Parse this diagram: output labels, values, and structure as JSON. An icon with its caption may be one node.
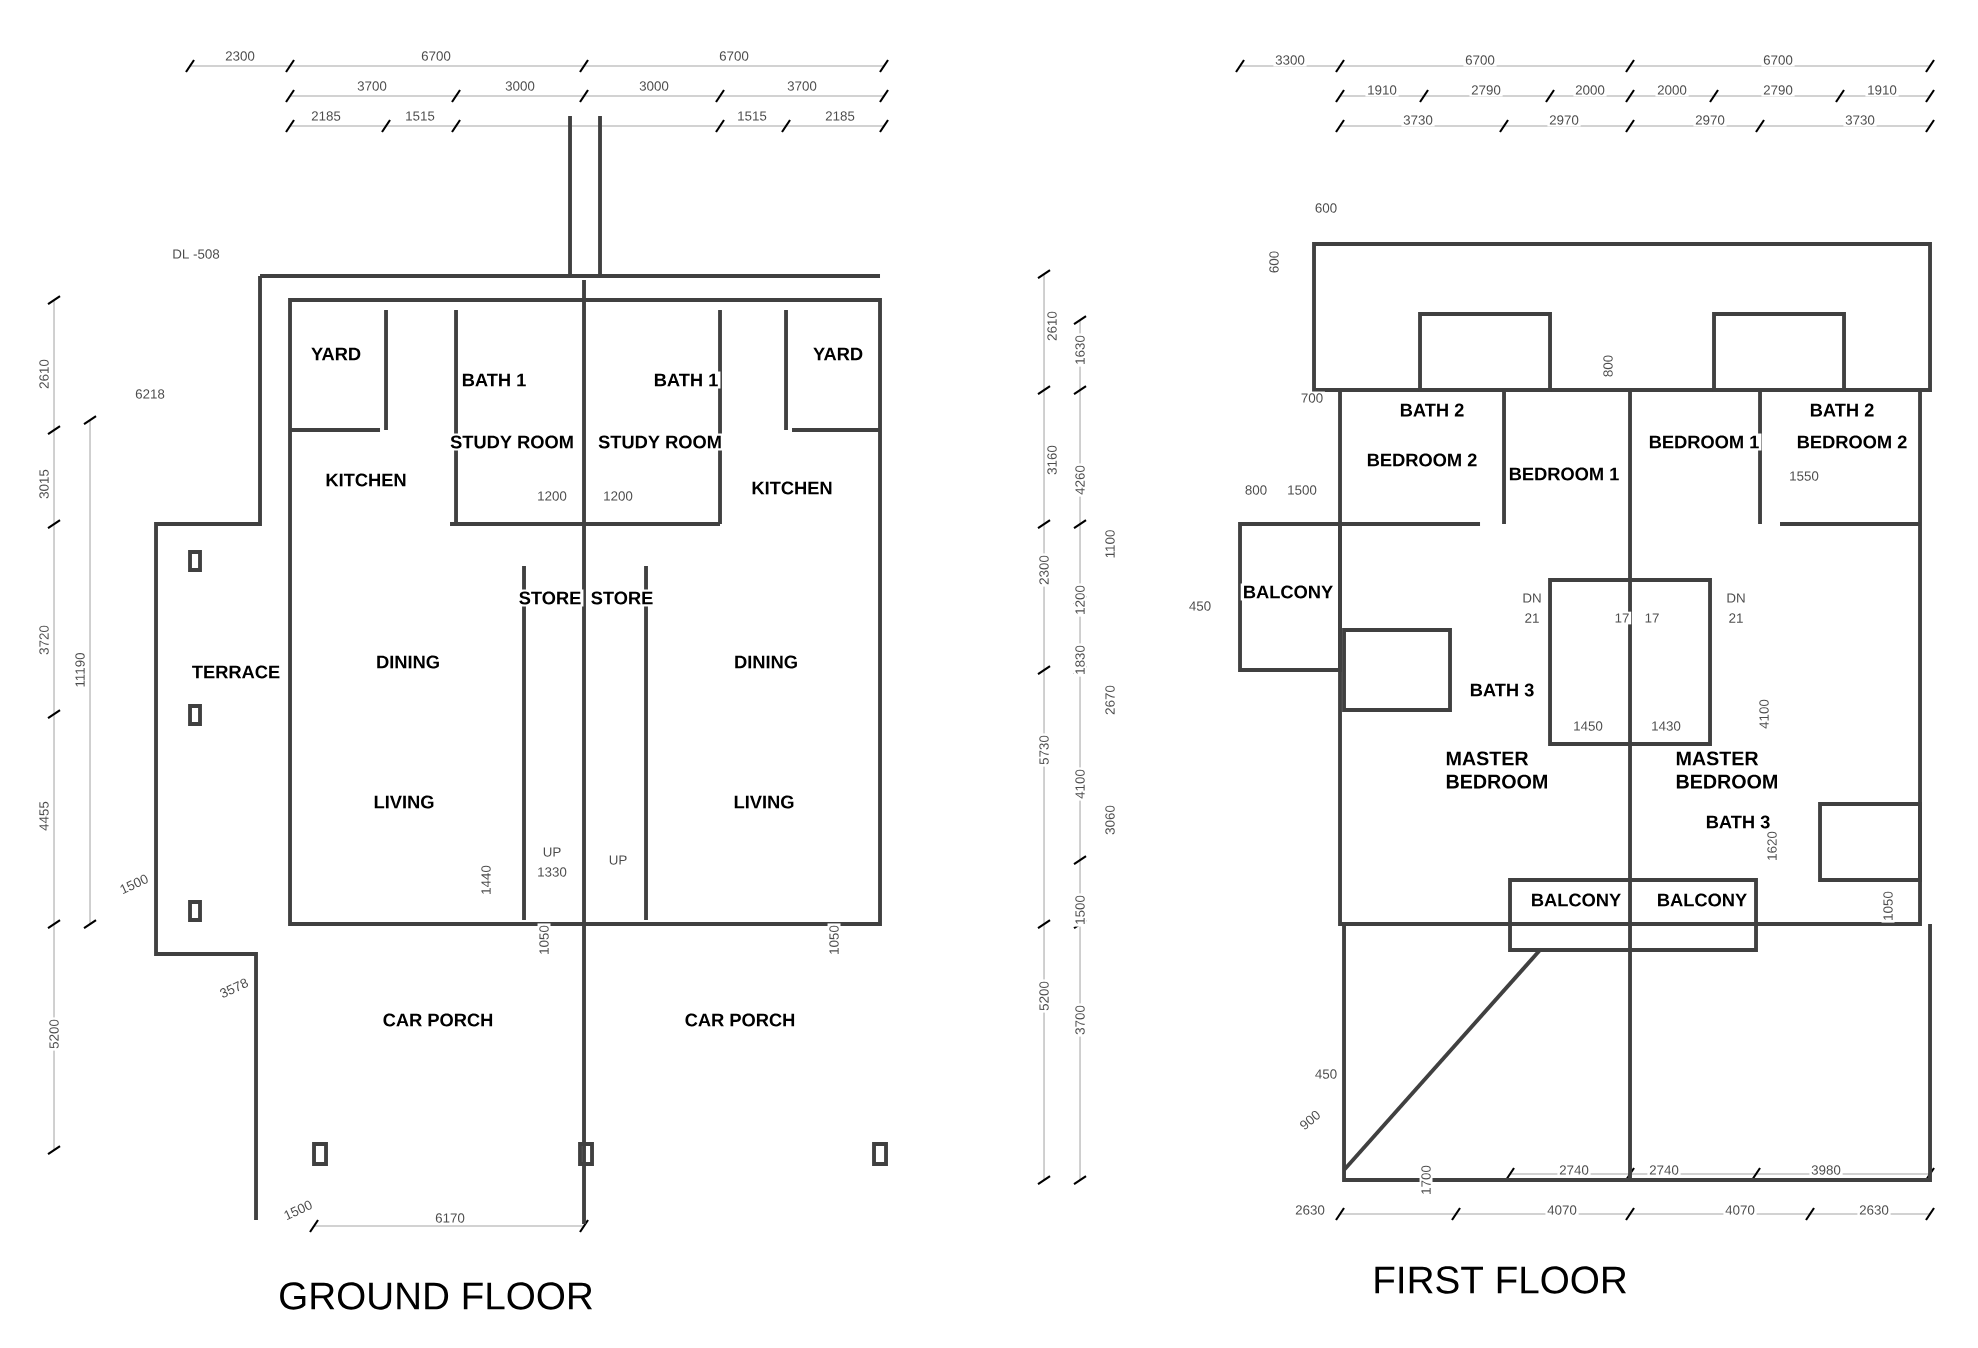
{
  "diagram": {
    "labels": [
      "2300",
      "6700",
      "6700",
      "3700",
      "3000",
      "3000",
      "3700",
      "2185",
      "1515",
      "1515",
      "2185",
      "DL -508",
      "YARD",
      "BATH 1",
      "BATH 1",
      "YARD",
      "2610",
      "6218",
      "STUDY ROOM",
      "STUDY ROOM",
      "KITCHEN",
      "KITCHEN",
      "3015",
      "1200",
      "1200",
      "STORE",
      "STORE",
      "3720",
      "11190",
      "TERRACE",
      "DINING",
      "DINING",
      "LIVING",
      "LIVING",
      "4455",
      "UP",
      "UP",
      "1330",
      "1440",
      "1500",
      "1050",
      "1050",
      "3578",
      "5200",
      "CAR PORCH",
      "CAR PORCH",
      "1500",
      "6170",
      "GROUND FLOOR",
      "3300",
      "6700",
      "6700",
      "1910",
      "2790",
      "2000",
      "2000",
      "2790",
      "1910",
      "3730",
      "2970",
      "2970",
      "3730",
      "600",
      "600",
      "2610",
      "1630",
      "800",
      "700",
      "BATH 2",
      "BATH 2",
      "BEDROOM 2",
      "BEDROOM 1",
      "BEDROOM 1",
      "BEDROOM 2",
      "3160",
      "4260",
      "800",
      "1500",
      "1550",
      "1100",
      "2300",
      "BALCONY",
      "DN",
      "21",
      "17",
      "17",
      "DN",
      "21",
      "1200",
      "450",
      "1830",
      "BATH 3",
      "2670",
      "4100",
      "1450",
      "1430",
      "5730",
      "4100",
      "MASTER BEDROOM",
      "MASTER BEDROOM",
      "3060",
      "BATH 3",
      "1620",
      "BALCONY",
      "BALCONY",
      "1500",
      "1050",
      "5200",
      "3700",
      "450",
      "900",
      "2740",
      "2740",
      "3980",
      "1700",
      "2630",
      "4070",
      "4070",
      "2630",
      "FIRST FLOOR"
    ]
  }
}
